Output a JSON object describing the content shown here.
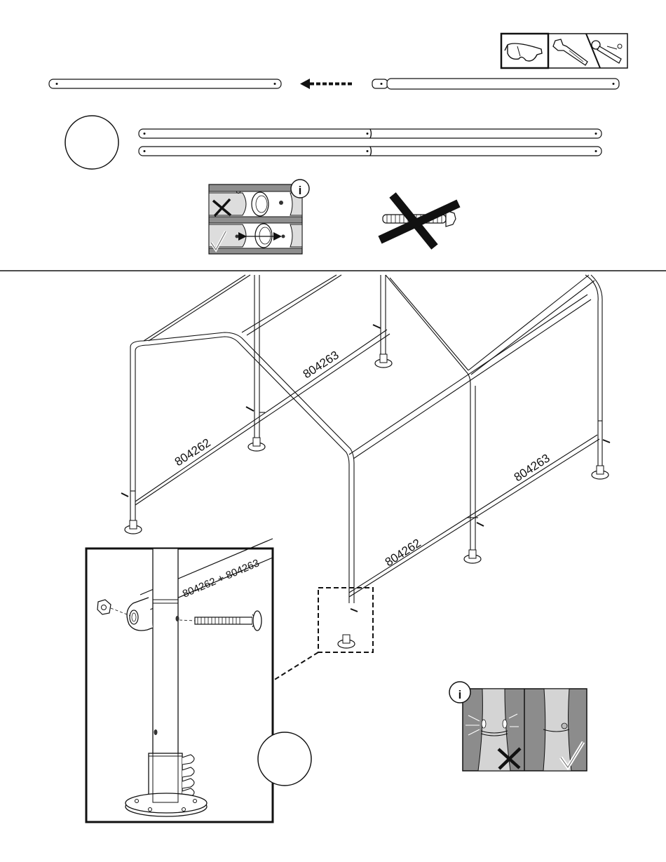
{
  "tools": {
    "icons": [
      "safety-glasses-icon",
      "adjustable-wrench-icon",
      "ratchet-wrench-icon"
    ]
  },
  "info_icon_glyph": "i",
  "part_labels": {
    "left_rear": "804263",
    "left_front": "804262",
    "right_rear": "804263",
    "right_front": "804262",
    "detail_callout": "804262 + 804263"
  },
  "colors": {
    "line": "#1a1a1a",
    "photo_grey": "#8c8c8c",
    "tube_grey": "#d4d4d4"
  }
}
